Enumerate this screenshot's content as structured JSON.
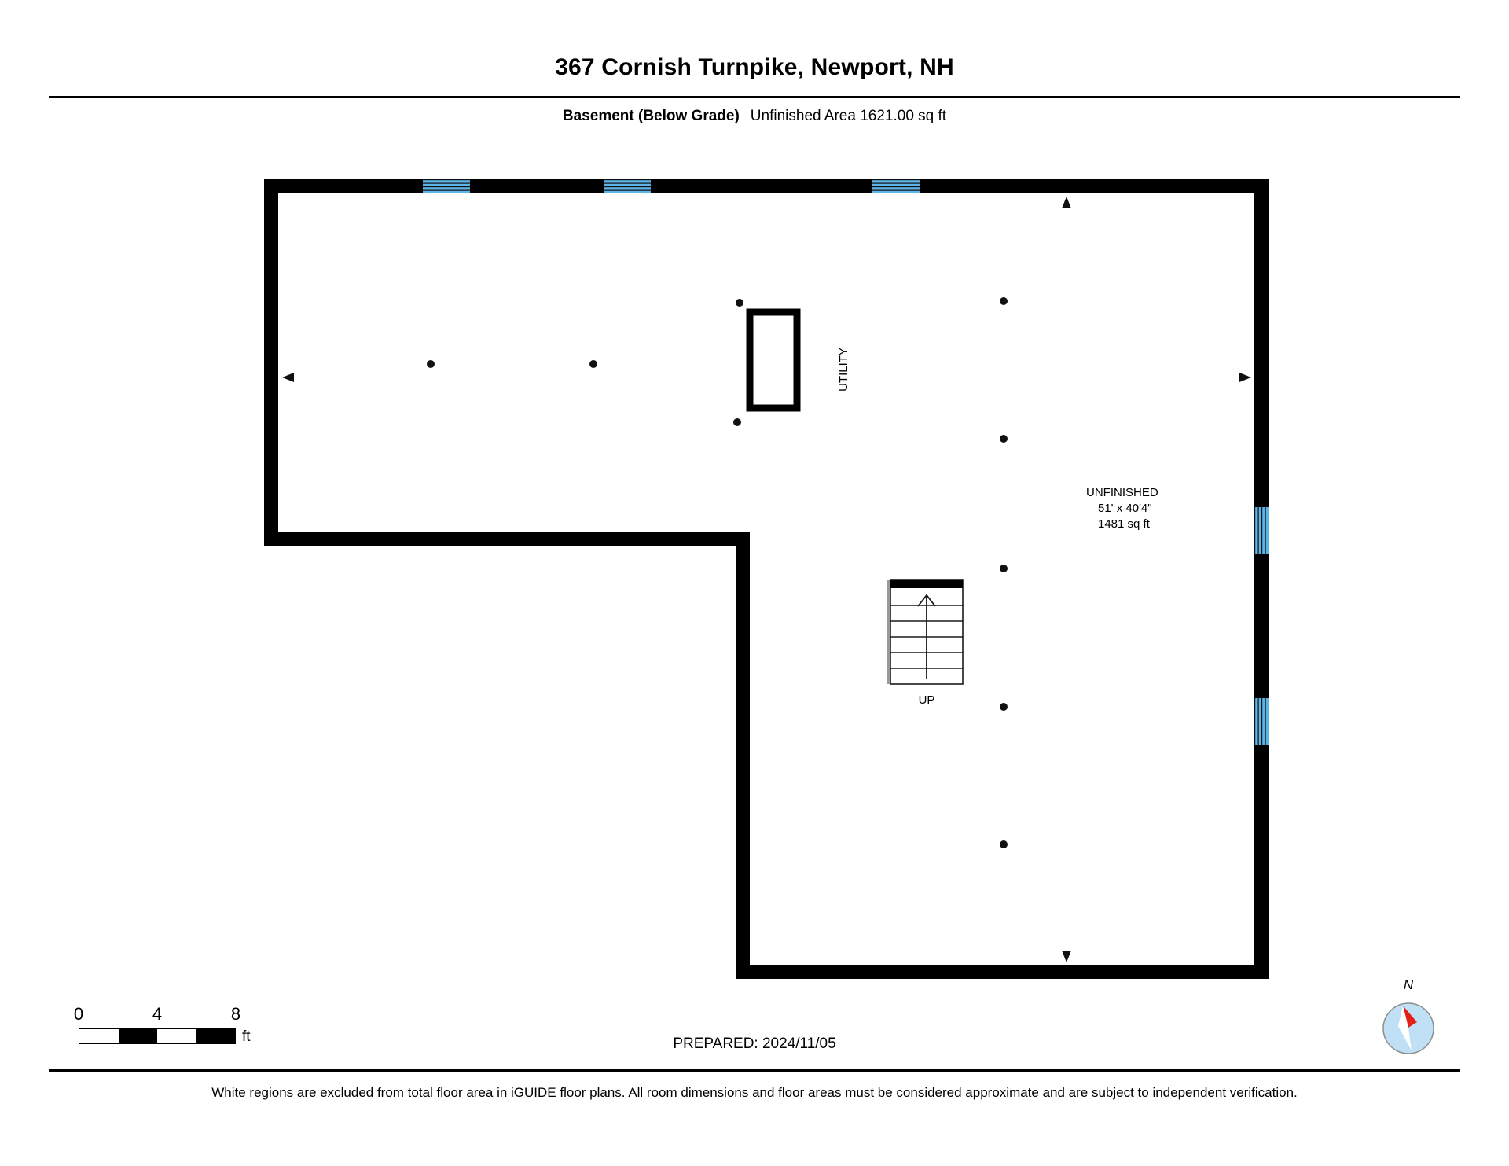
{
  "header": {
    "title": "367 Cornish Turnpike, Newport, NH",
    "level_label": "Basement (Below Grade)",
    "area_summary": "Unfinished Area 1621.00 sq ft"
  },
  "floorplan": {
    "rooms": [
      {
        "name": "UNFINISHED",
        "dimensions": "51' x 40'4\"",
        "area": "1481 sq ft"
      },
      {
        "name": "UTILITY",
        "dimensions": "",
        "area": ""
      }
    ],
    "stairs": {
      "label": "UP",
      "steps": 6,
      "direction": "up"
    },
    "colors": {
      "wall": "#000000",
      "window": "#5cb4e8",
      "window_stripe": "#000000",
      "floor": "#ffffff",
      "stair_line": "#1a1a1a",
      "stair_edge": "#9a9a9a"
    },
    "markers": {
      "dimension_arrow_count": 4,
      "column_dot_count": 9
    }
  },
  "footer": {
    "scale": {
      "ticks": [
        "0",
        "4",
        "8"
      ],
      "unit": "ft",
      "segments": [
        "light",
        "dark",
        "light",
        "dark"
      ]
    },
    "prepared": "PREPARED: 2024/11/05",
    "compass_label": "N",
    "compass_colors": {
      "disc": "#bfe0f5",
      "needle_north": "#e32119",
      "needle_south": "#ffffff",
      "ring": "#8d8d8d"
    },
    "disclaimer": "White regions are excluded from total floor area in iGUIDE floor plans. All room dimensions and floor areas must be considered approximate and are subject to independent verification."
  }
}
